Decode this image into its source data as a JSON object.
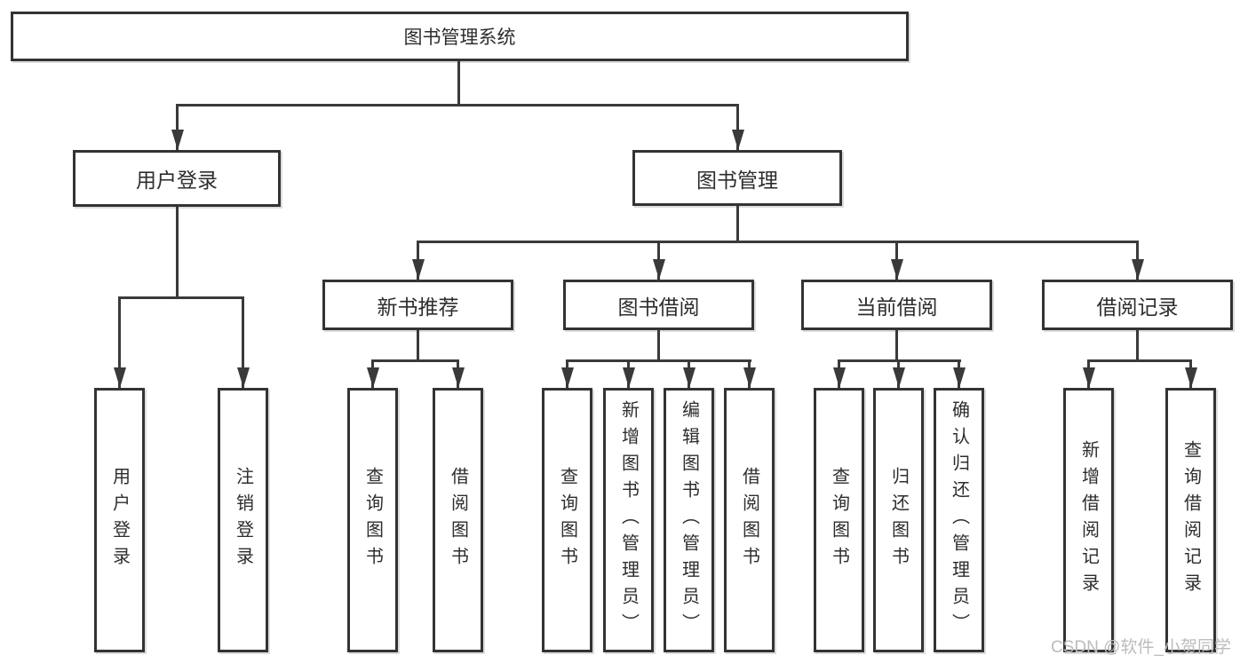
{
  "diagram": {
    "root": {
      "label": "图书管理系统"
    },
    "level2": [
      {
        "label": "用户登录"
      },
      {
        "label": "图书管理"
      }
    ],
    "level3": [
      {
        "label": "新书推荐"
      },
      {
        "label": "图书借阅"
      },
      {
        "label": "当前借阅"
      },
      {
        "label": "借阅记录"
      }
    ],
    "leaves": {
      "user_login": [
        {
          "label": "用户登录"
        },
        {
          "label": "注销登录"
        }
      ],
      "new_book": [
        {
          "label": "查询图书"
        },
        {
          "label": "借阅图书"
        }
      ],
      "book_borrow": [
        {
          "label": "查询图书"
        },
        {
          "label": "新增图书（管理员）"
        },
        {
          "label": "编辑图书（管理员）"
        },
        {
          "label": "借阅图书"
        }
      ],
      "current_borrow": [
        {
          "label": "查询图书"
        },
        {
          "label": "归还图书"
        },
        {
          "label": "确认归还（管理员）"
        }
      ],
      "borrow_record": [
        {
          "label": "新增借阅记录"
        },
        {
          "label": "查询借阅记录"
        }
      ]
    }
  },
  "watermark": {
    "text": "CSDN @软件_小贺同学"
  },
  "colors": {
    "line": "#3a3a3a",
    "box_border": "#333333",
    "box_bg": "#ffffff",
    "text": "#2d2d2d",
    "watermark": "#bcbcbc"
  }
}
